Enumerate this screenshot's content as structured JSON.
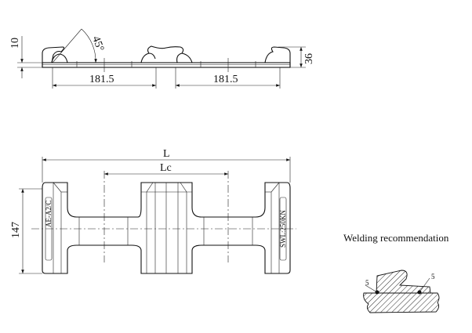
{
  "side_view": {
    "dim_height_left": "10",
    "dim_angle": "45°",
    "dim_height_right": "36",
    "dim_pitch_left": "181.5",
    "dim_pitch_right": "181.5"
  },
  "plan_view": {
    "dim_total_length": "L",
    "dim_center_length": "Lc",
    "dim_width": "147",
    "marking_left": "AE-A2/C",
    "marking_right": "SWL:250KN"
  },
  "welding": {
    "title": "Welding recommendation",
    "weld_size_left": "5",
    "weld_size_right": "5"
  }
}
